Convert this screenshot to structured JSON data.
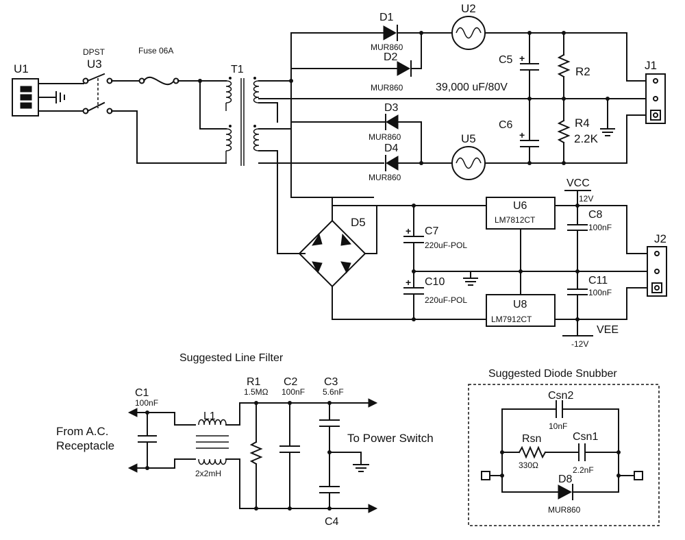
{
  "components": {
    "u1": "U1",
    "u3": "U3",
    "switch_type": "DPST",
    "fuse": "Fuse 06A",
    "t1": "T1",
    "d1": "D1",
    "d1_part": "MUR860",
    "d2": "D2",
    "d2_part": "MUR860",
    "d3": "D3",
    "d3_part": "MUR860",
    "d4": "D4",
    "d4_part": "MUR860",
    "u2": "U2",
    "u5": "U5",
    "c5": "C5",
    "c6": "C6",
    "cap_value": "39,000 uF/80V",
    "r2": "R2",
    "r4": "R4",
    "r4_value": "2.2K",
    "j1": "J1",
    "j2": "J2",
    "d5": "D5",
    "c7": "C7",
    "c7_value": "220uF-POL",
    "c10": "C10",
    "c10_value": "220uF-POL",
    "u6": "U6",
    "u6_part": "LM7812CT",
    "u8": "U8",
    "u8_part": "LM7912CT",
    "c8": "C8",
    "c8_value": "100nF",
    "c11": "C11",
    "c11_value": "100nF",
    "vcc": "VCC",
    "vcc_value": "12V",
    "vee": "VEE",
    "vee_value": "-12V"
  },
  "line_filter": {
    "title": "Suggested Line Filter",
    "c1": "C1",
    "c1_value": "100nF",
    "l1": "L1",
    "l1_value": "2x2mH",
    "r1": "R1",
    "r1_value": "1.5MΩ",
    "c2": "C2",
    "c2_value": "100nF",
    "c3": "C3",
    "c3_value": "5.6nF",
    "c4": "C4",
    "from_label_1": "From A.C.",
    "from_label_2": "Receptacle",
    "to_label": "To Power Switch"
  },
  "snubber": {
    "title": "Suggested Diode Snubber",
    "csn2": "Csn2",
    "csn2_value": "10nF",
    "rsn": "Rsn",
    "rsn_value": "330Ω",
    "csn1": "Csn1",
    "csn1_value": "2.2nF",
    "d8": "D8",
    "d8_part": "MUR860"
  }
}
